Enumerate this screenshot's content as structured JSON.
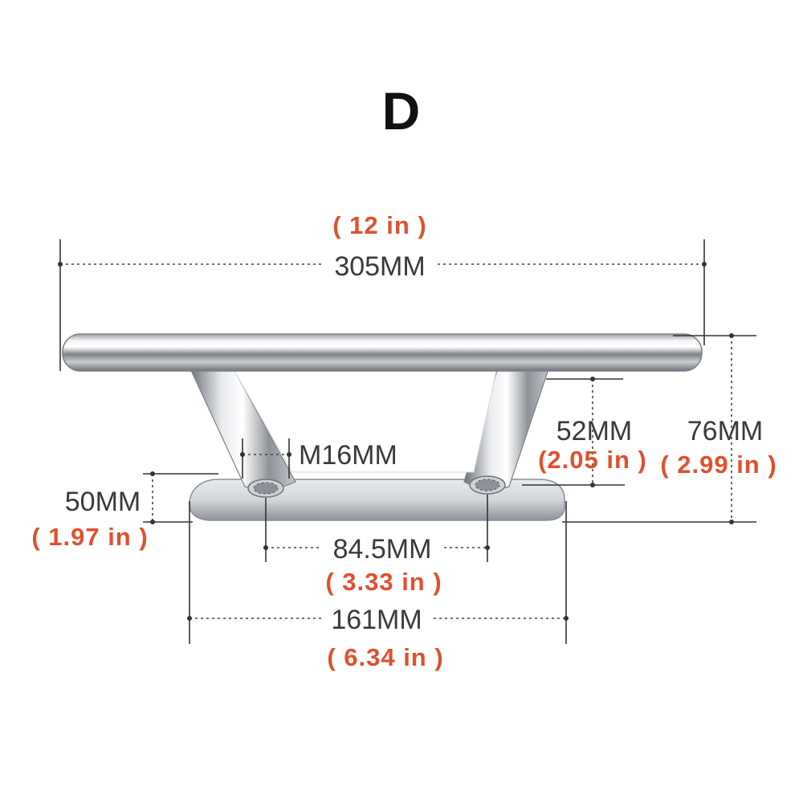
{
  "title": "D",
  "colors": {
    "dimension_text": "#3a3a3a",
    "imperial_text": "#e0502d",
    "lines": "#333333",
    "steel_light": "#f2f3f5",
    "steel_dark": "#8a8e94"
  },
  "dimensions": {
    "length": {
      "metric": "305MM",
      "imperial": "( 12 in )"
    },
    "base_length": {
      "metric": "161MM",
      "imperial": "( 6.34 in )"
    },
    "hole_spacing": {
      "metric": "84.5MM",
      "imperial": "( 3.33 in )"
    },
    "base_height": {
      "metric": "50MM",
      "imperial": "( 1.97 in )"
    },
    "gap_height": {
      "metric": "52MM",
      "imperial": "(2.05  in )"
    },
    "total_height": {
      "metric": "76MM",
      "imperial": "( 2.99 in )"
    },
    "thread": {
      "metric": "M16MM"
    }
  }
}
